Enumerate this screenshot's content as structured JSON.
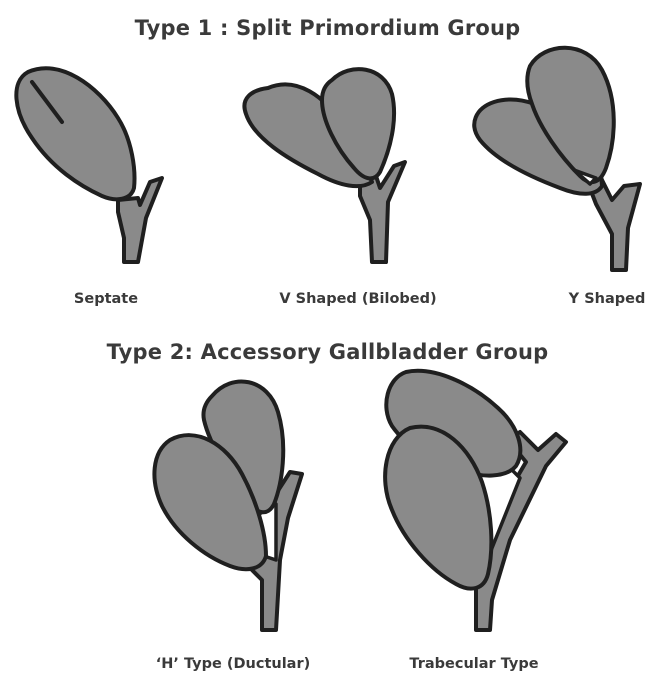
{
  "titles": {
    "type1": "Type 1 : Split Primordium Group",
    "type2": "Type 2: Accessory Gallbladder Group"
  },
  "captions": {
    "septate": "Septate",
    "v_shaped": "V Shaped (Bilobed)",
    "y_shaped": "Y Shaped",
    "h_type": "‘H’ Type (Ductular)",
    "trabecular": "Trabecular Type"
  },
  "colors": {
    "fill": "#8a8a8a",
    "outline": "#1f1f1f",
    "text": "#3a3a3a",
    "background": "#ffffff"
  }
}
